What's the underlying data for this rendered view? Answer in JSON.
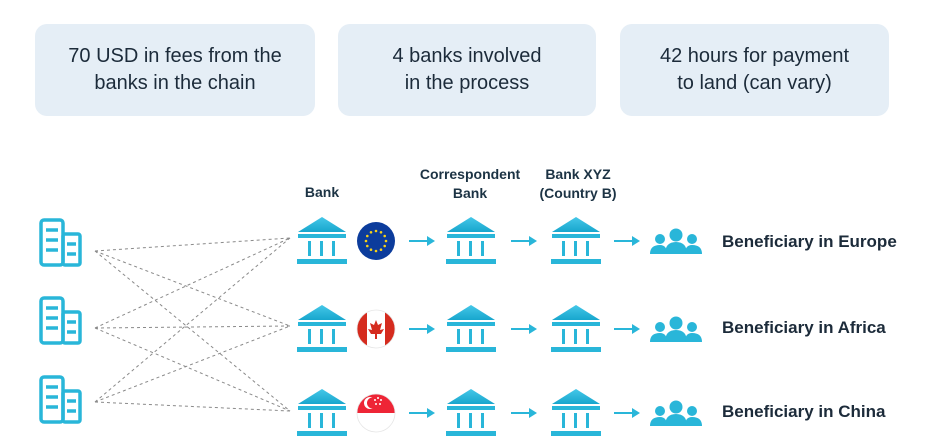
{
  "stats": [
    {
      "line1": "70 USD in fees from the",
      "line2": "banks in the chain"
    },
    {
      "line1": "4 banks involved",
      "line2": "in the process"
    },
    {
      "line1": "42 hours for payment",
      "line2": "to land (can vary)"
    }
  ],
  "columns": {
    "bank": "Bank",
    "correspondent_line1": "Correspondent",
    "correspondent_line2": "Bank",
    "xyz_line1": "Bank XYZ",
    "xyz_line2": "(Country B)"
  },
  "rows": [
    {
      "flag": "eu-flag-icon",
      "beneficiary": "Beneficiary in Europe"
    },
    {
      "flag": "canada-flag-icon",
      "beneficiary": "Beneficiary in Africa"
    },
    {
      "flag": "singapore-flag-icon",
      "beneficiary": "Beneficiary in China"
    }
  ],
  "colors": {
    "accent": "#29b6d9",
    "card_bg": "#e5eef6",
    "text": "#1c2b3a",
    "dashed_line": "#8a8a8a"
  }
}
